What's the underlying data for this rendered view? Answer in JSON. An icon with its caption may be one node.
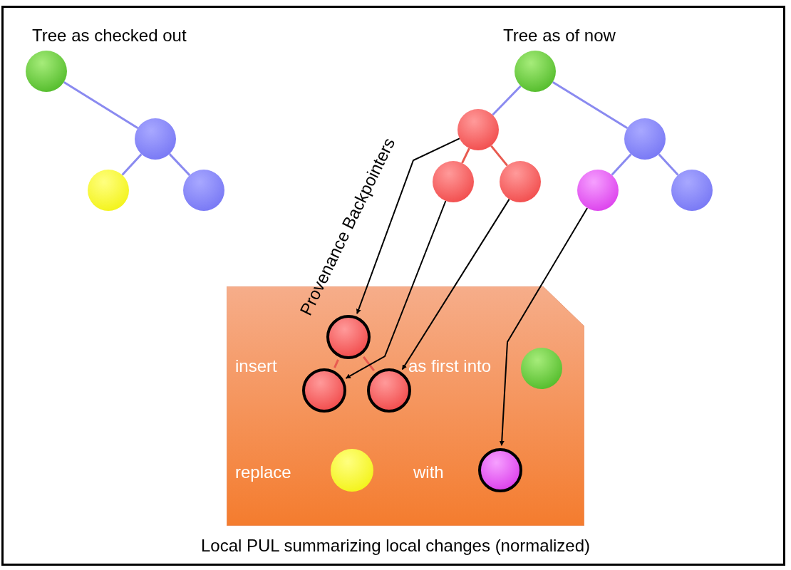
{
  "diagram": {
    "nodes": [
      {
        "text": [],
        "shape": "circle"
      },
      {
        "text": [],
        "shape": "circle"
      },
      {
        "text": [],
        "shape": "circle"
      },
      {
        "text": [],
        "shape": "circle"
      },
      {
        "text": [],
        "shape": "circle"
      },
      {
        "text": [],
        "shape": "circle"
      },
      {
        "text": [],
        "shape": "circle"
      },
      {
        "text": [],
        "shape": "circle"
      },
      {
        "text": [],
        "shape": "circle"
      },
      {
        "text": [],
        "shape": "circle"
      },
      {
        "text": [],
        "shape": "circle"
      },
      {
        "text": [
          "insert",
          "as first into",
          "replace",
          "with"
        ],
        "beside": [
          "Local PUL summarizing local changes (normalized)"
        ]
      },
      {
        "text": [],
        "shape": "circle",
        "in": 11
      },
      {
        "text": [],
        "shape": "circle",
        "in": 11
      },
      {
        "text": [],
        "shape": "circle",
        "in": 11
      },
      {
        "text": [],
        "shape": "circle",
        "in": 11
      },
      {
        "text": [],
        "shape": "circle",
        "in": 11
      },
      {
        "text": [],
        "shape": "circle",
        "in": 11
      }
    ],
    "edges": [
      {
        "from": 0,
        "to": 1,
        "arrow": "none"
      },
      {
        "from": 1,
        "to": 2,
        "arrow": "none"
      },
      {
        "from": 1,
        "to": 3,
        "arrow": "none"
      },
      {
        "from": 4,
        "to": 5,
        "arrow": "none"
      },
      {
        "from": 4,
        "to": 6,
        "arrow": "none"
      },
      {
        "from": 5,
        "to": 7,
        "arrow": "none",
        "color": "#e85a50"
      },
      {
        "from": 5,
        "to": 8,
        "arrow": "none",
        "color": "#e85a50"
      },
      {
        "from": 6,
        "to": 9,
        "arrow": "none"
      },
      {
        "from": 6,
        "to": 10,
        "arrow": "none"
      },
      {
        "from": 12,
        "to": 13,
        "arrow": "none",
        "color": "#e85a50"
      },
      {
        "from": 12,
        "to": 14,
        "arrow": "none",
        "color": "#e85a50"
      },
      {
        "from": 5,
        "to": 12,
        "arrow": "to",
        "color": "#000000",
        "label": "Provenance Backpointers"
      },
      {
        "from": 7,
        "to": 13,
        "arrow": "to",
        "color": "#000000"
      },
      {
        "from": 8,
        "to": 14,
        "arrow": "to",
        "color": "#000000"
      },
      {
        "from": 9,
        "to": 17,
        "arrow": "to",
        "color": "#000000"
      }
    ],
    "labels": [
      "Tree as checked out",
      "Tree as of now"
    ]
  }
}
